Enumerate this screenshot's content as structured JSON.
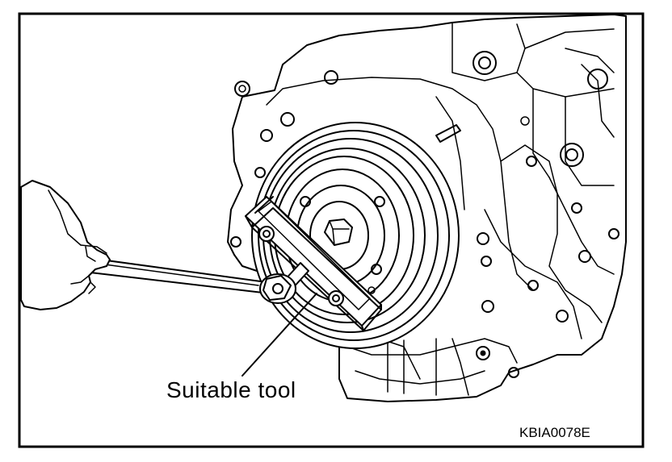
{
  "figure": {
    "callout_label": "Suitable tool",
    "figure_code": "KBIA0078E"
  },
  "icons": {
    "illustration": "engine-crankshaft-pulley-holding-tool"
  }
}
